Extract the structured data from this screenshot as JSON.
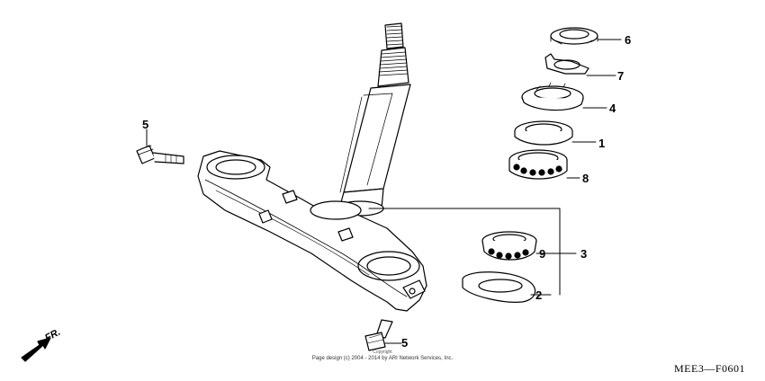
{
  "diagram": {
    "code": "MEE3—F0601",
    "direction_label": "FR.",
    "copyright_top": "Copyright",
    "copyright": "Page design (c) 2004 - 2014 by ARI Network Services, Inc.",
    "callouts": {
      "c1": "1",
      "c2": "2",
      "c3": "3",
      "c4": "4",
      "c5a": "5",
      "c5b": "5",
      "c6": "6",
      "c7": "7",
      "c8": "8",
      "c9": "9"
    }
  }
}
